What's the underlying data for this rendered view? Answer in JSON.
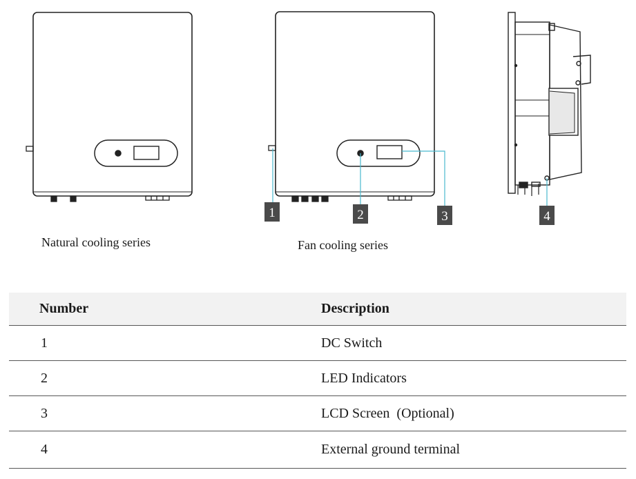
{
  "figure": {
    "captions": {
      "natural": "Natural cooling series",
      "fan": "Fan cooling series"
    },
    "callouts": [
      "1",
      "2",
      "3",
      "4"
    ],
    "colors": {
      "callout_bg": "#4a4a4a",
      "leader_line": "#49b9cf",
      "outline": "#222222"
    }
  },
  "table": {
    "headers": {
      "number": "Number",
      "description": "Description"
    },
    "rows": [
      {
        "number": "1",
        "description": "DC Switch"
      },
      {
        "number": "2",
        "description": "LED Indicators"
      },
      {
        "number": "3",
        "description": "LCD Screen  (Optional)"
      },
      {
        "number": "4",
        "description": "External ground terminal"
      }
    ]
  }
}
